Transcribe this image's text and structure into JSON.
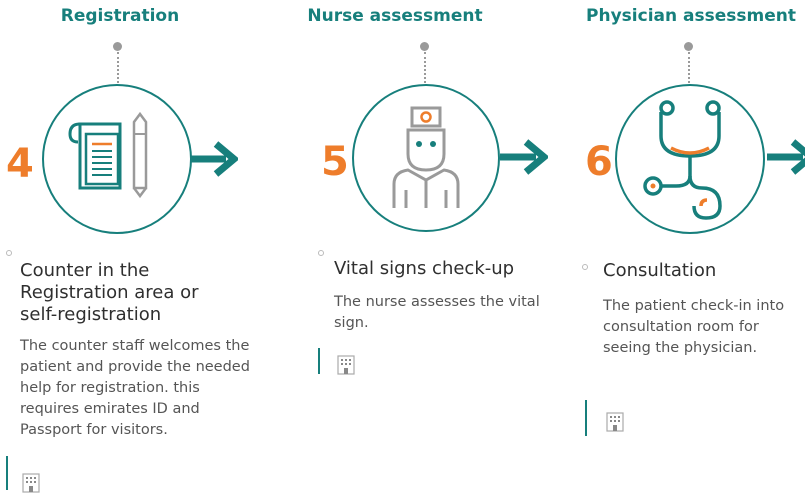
{
  "steps": [
    {
      "title": "Registration",
      "number": "4",
      "icon": "registration-form-icon",
      "heading": "Counter in the Registration area or self-registration",
      "description": "The counter staff welcomes the patient and provide the needed help for registration. this requires emirates ID and Passport for visitors."
    },
    {
      "title": "Nurse assessment",
      "number": "5",
      "icon": "nurse-icon",
      "heading": "Vital signs check-up",
      "description": "The nurse assesses the vital sign."
    },
    {
      "title": "Physician assessment",
      "number": "6",
      "icon": "stethoscope-icon",
      "heading": "Consultation",
      "description": "The patient check-in into consultation room for seeing the physician."
    }
  ],
  "colors": {
    "teal": "#177f7c",
    "orange": "#ee7d2b",
    "gray": "#9a9a9a"
  }
}
